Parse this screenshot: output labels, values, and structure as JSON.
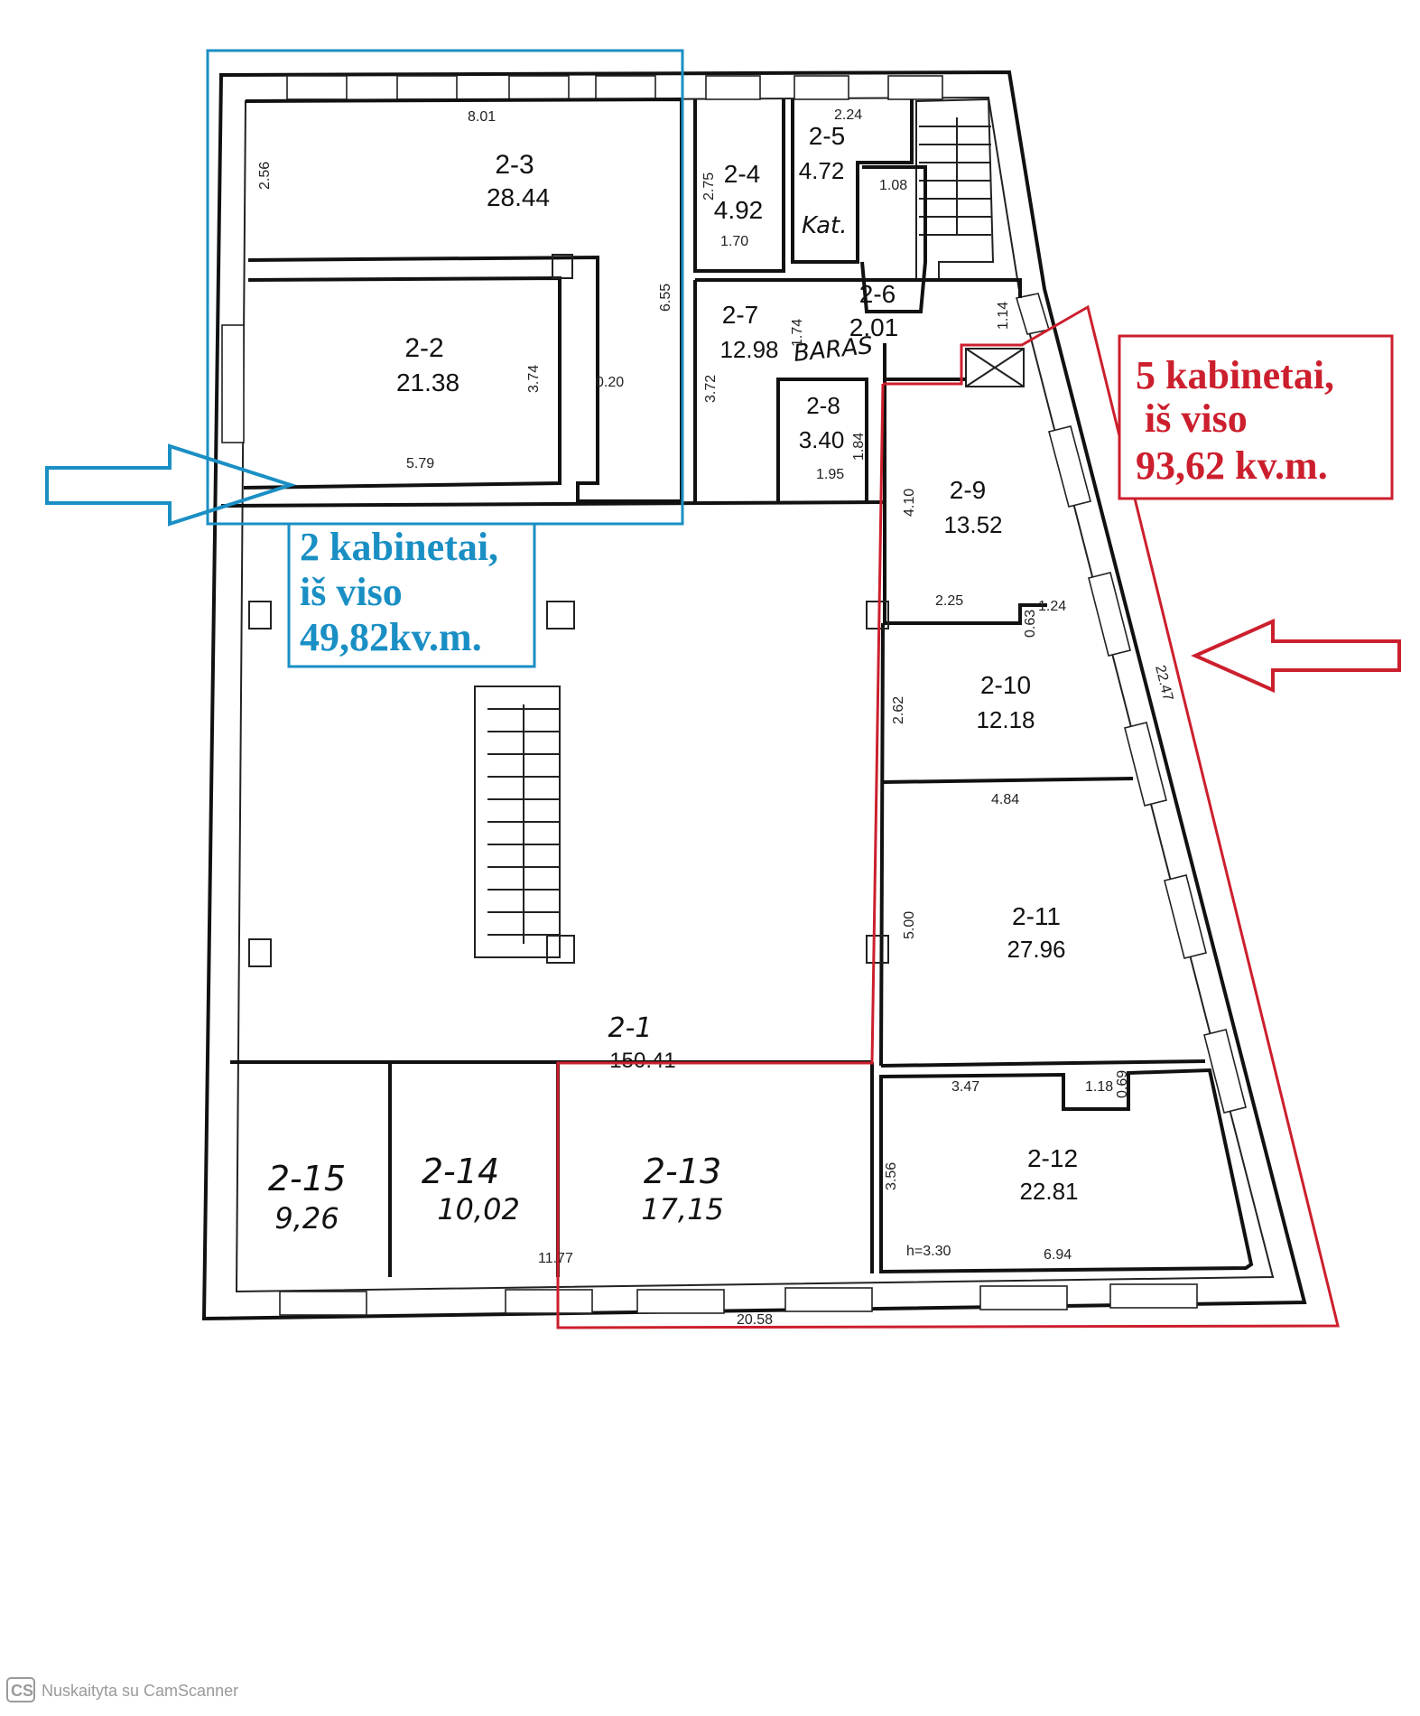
{
  "rooms": [
    {
      "id": "2-3",
      "area": "28.44"
    },
    {
      "id": "2-2",
      "area": "21.38"
    },
    {
      "id": "2-4",
      "area": "4.92"
    },
    {
      "id": "2-5",
      "area": "4.72"
    },
    {
      "id": "2-6",
      "area": "2.01"
    },
    {
      "id": "2-7",
      "area": "12.98"
    },
    {
      "id": "2-8",
      "area": "3.40"
    },
    {
      "id": "2-9",
      "area": "13.52"
    },
    {
      "id": "2-10",
      "area": "12.18"
    },
    {
      "id": "2-11",
      "area": "27.96"
    },
    {
      "id": "2-12",
      "area": "22.81"
    },
    {
      "id": "2-13",
      "area": "17,15"
    },
    {
      "id": "2-14",
      "area": "10,02"
    },
    {
      "id": "2-15",
      "area": "9,26"
    },
    {
      "id": "2-1",
      "area": "150.41"
    }
  ],
  "dimensions": [
    "8.01",
    "2.56",
    "6.55",
    "3.74",
    "0.20",
    "5.79",
    "2.75",
    "1.70",
    "2.24",
    "1.08",
    "3.72",
    "1.74",
    "1.14",
    "1.84",
    "1.95",
    "4.10",
    "2.25",
    "0.63",
    "1.24",
    "2.62",
    "4.84",
    "5.00",
    "22.47",
    "3.47",
    "1.18",
    "0.69",
    "3.56",
    "h=3.30",
    "6.94",
    "11.77",
    "20.58"
  ],
  "handwritten": [
    "Kat.",
    "BARAS"
  ],
  "blue_note": {
    "line1": "2 kabinetai,",
    "line2": "iš viso",
    "line3": "49,82kv.m."
  },
  "red_note": {
    "line1": "5 kabinetai,",
    "line2": "iš viso",
    "line3": "93,62 kv.m."
  },
  "colors": {
    "blue": "#1a8fc4",
    "red": "#cc1f2d",
    "wall": "#111111"
  },
  "footer": {
    "logo": "CS",
    "text": "Nuskaityta su CamScanner"
  }
}
